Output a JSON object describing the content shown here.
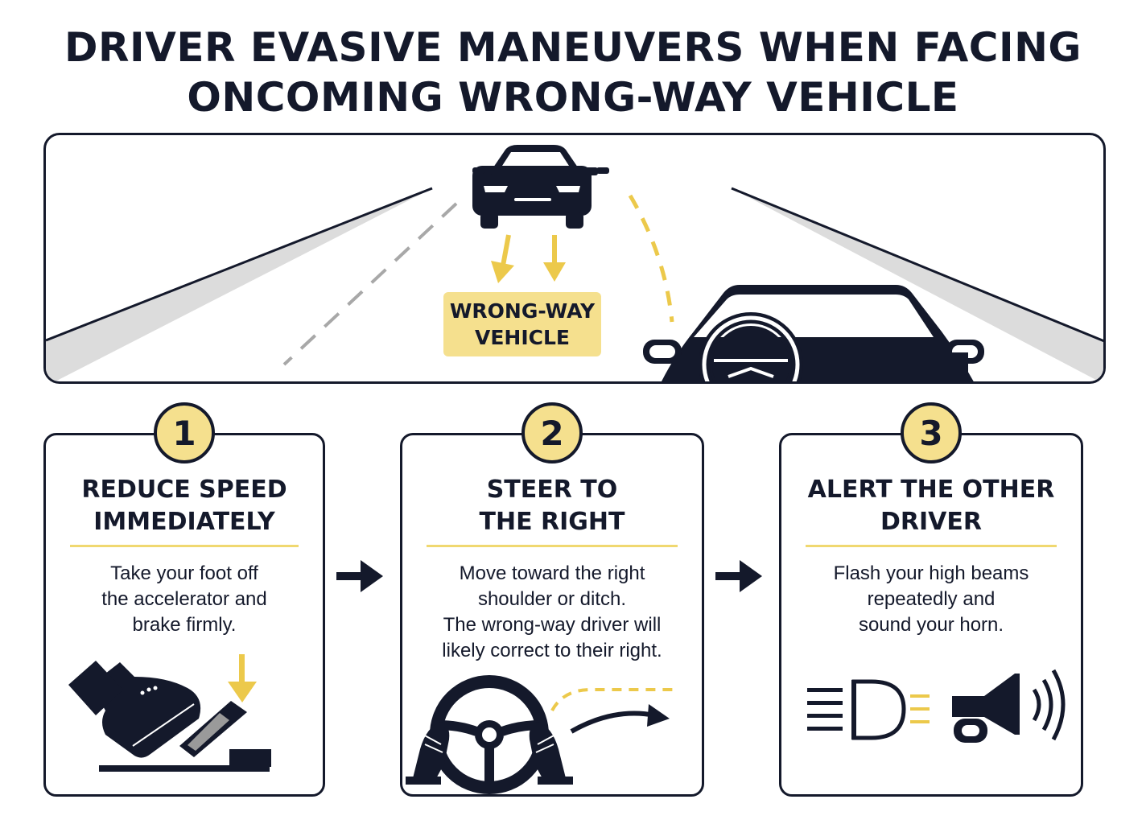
{
  "title": {
    "line1": "DRIVER EVASIVE MANEUVERS WHEN FACING",
    "line2": "ONCOMING WRONG-WAY VEHICLE"
  },
  "scene": {
    "label_line1": "WRONG-WAY",
    "label_line2": "VEHICLE"
  },
  "steps": [
    {
      "number": "1",
      "title_line1": "REDUCE SPEED",
      "title_line2": "IMMEDIATELY",
      "desc": [
        "Take your foot off",
        "the accelerator and",
        "brake firmly."
      ],
      "icon": "foot-on-brake-pedal-icon"
    },
    {
      "number": "2",
      "title_line1": "STEER TO",
      "title_line2": "THE RIGHT",
      "desc": [
        "Move toward the right",
        "shoulder or ditch.",
        "The wrong-way driver will",
        "likely correct to their right."
      ],
      "icon": "steering-wheel-icon"
    },
    {
      "number": "3",
      "title_line1": "ALERT THE OTHER",
      "title_line2": "DRIVER",
      "desc": [
        "Flash your high beams",
        "repeatedly and",
        "sound your horn."
      ],
      "icon": "headlight-and-horn-icon"
    }
  ],
  "colors": {
    "navy": "#14192b",
    "accent_yellow": "#f5e08e",
    "arrow_yellow": "#ecc94b",
    "shoulder_grey": "#dcdcdc"
  }
}
